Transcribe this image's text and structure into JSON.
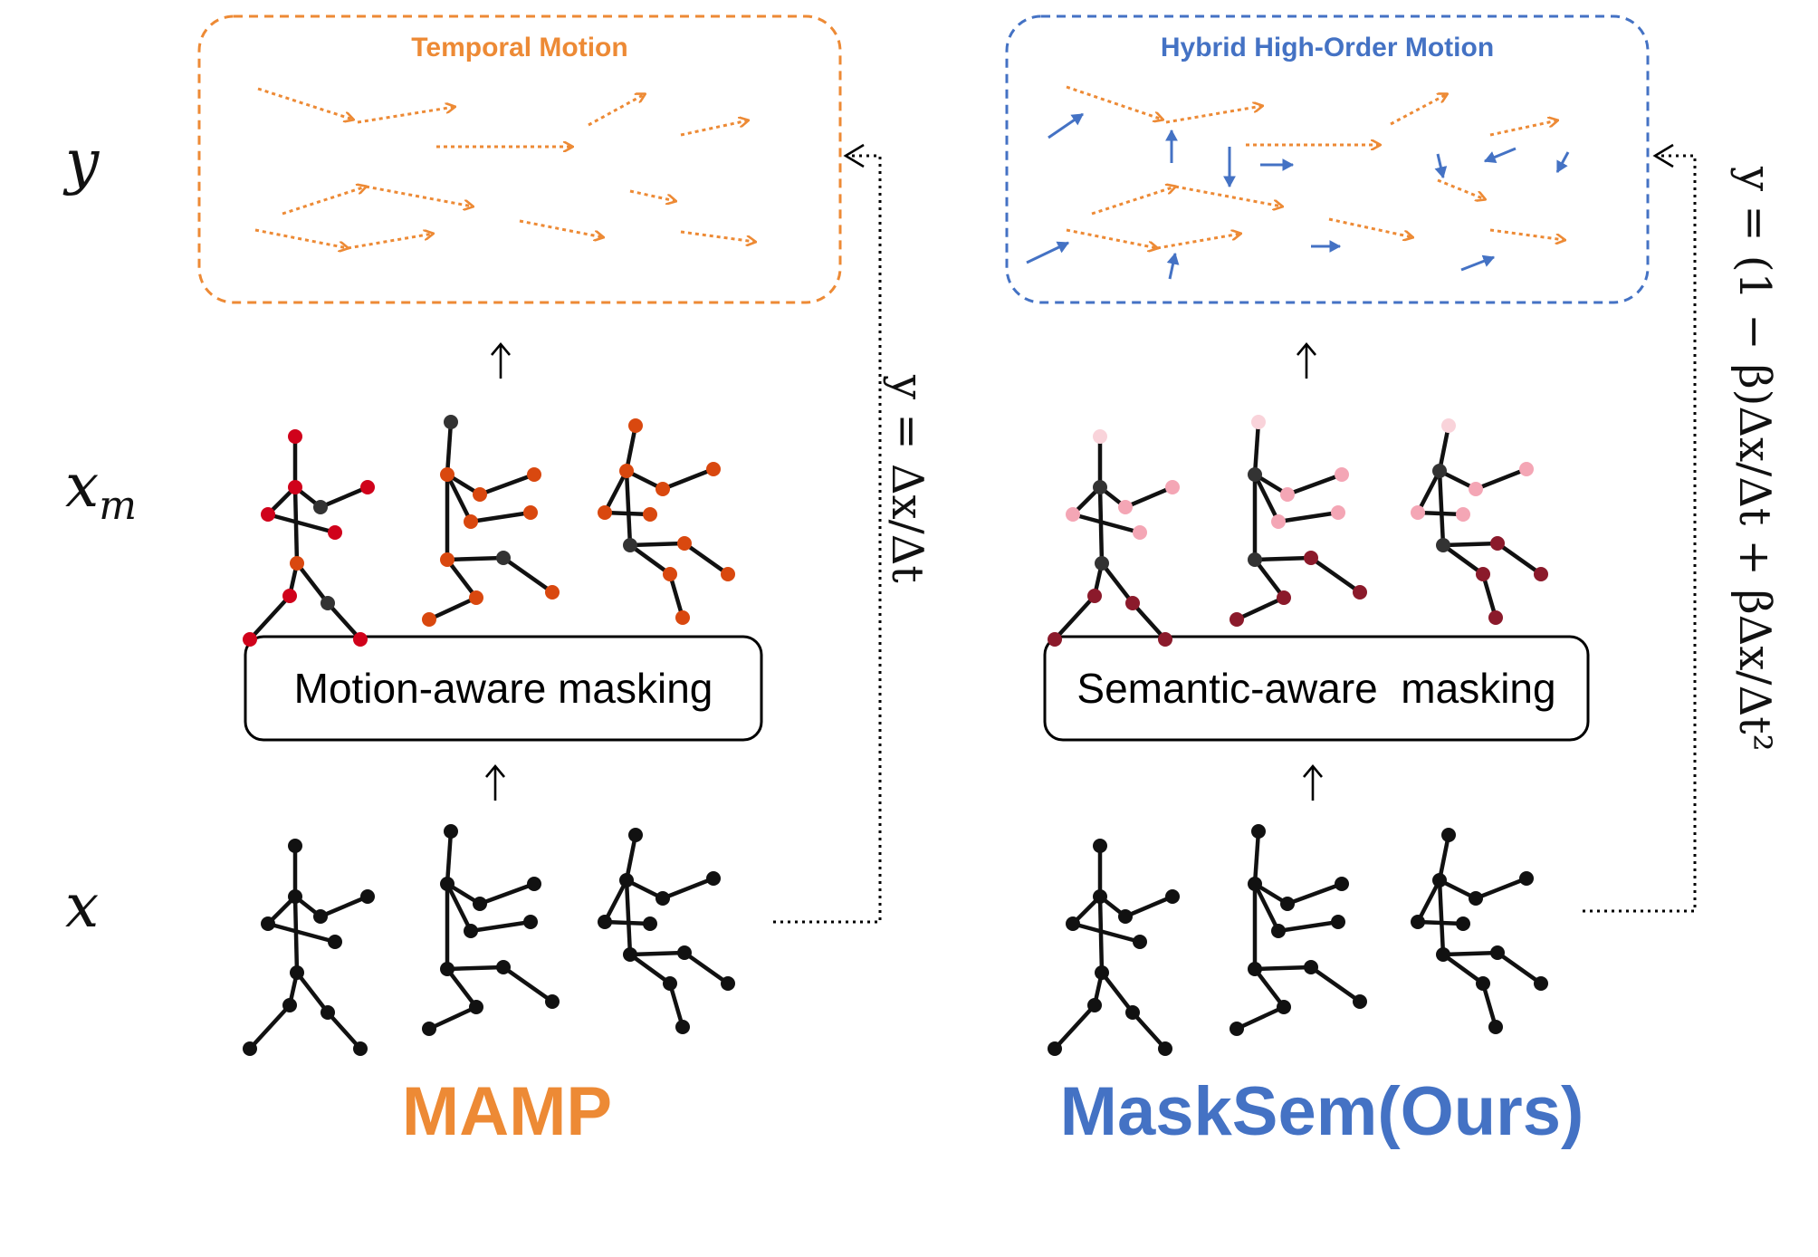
{
  "labels": {
    "y": "y",
    "xm_base": "x",
    "xm_sub": "m",
    "x": "x"
  },
  "left_panel": {
    "title": "Temporal Motion",
    "masking": "Motion-aware masking",
    "method": "MAMP",
    "formula": "y = Δx/Δt",
    "color": "#ED8A35"
  },
  "right_panel": {
    "title": "Hybrid High-Order Motion",
    "masking": "Semantic-aware  masking",
    "method": "MaskSem(Ours)",
    "formula": "y = (1 − β)Δx/Δt + βΔx/Δt²",
    "color": "#4472C4"
  },
  "joint_colors": {
    "black": "#111111",
    "dark_gray": "#333333",
    "red": "#D0021B",
    "orange_red": "#D9480F",
    "pink_light": "#F4A6B5",
    "pink_faint": "#F9D3DA",
    "maroon": "#8B1A2B",
    "orange_arrow": "#ED8A35",
    "blue_arrow": "#4472C4"
  }
}
